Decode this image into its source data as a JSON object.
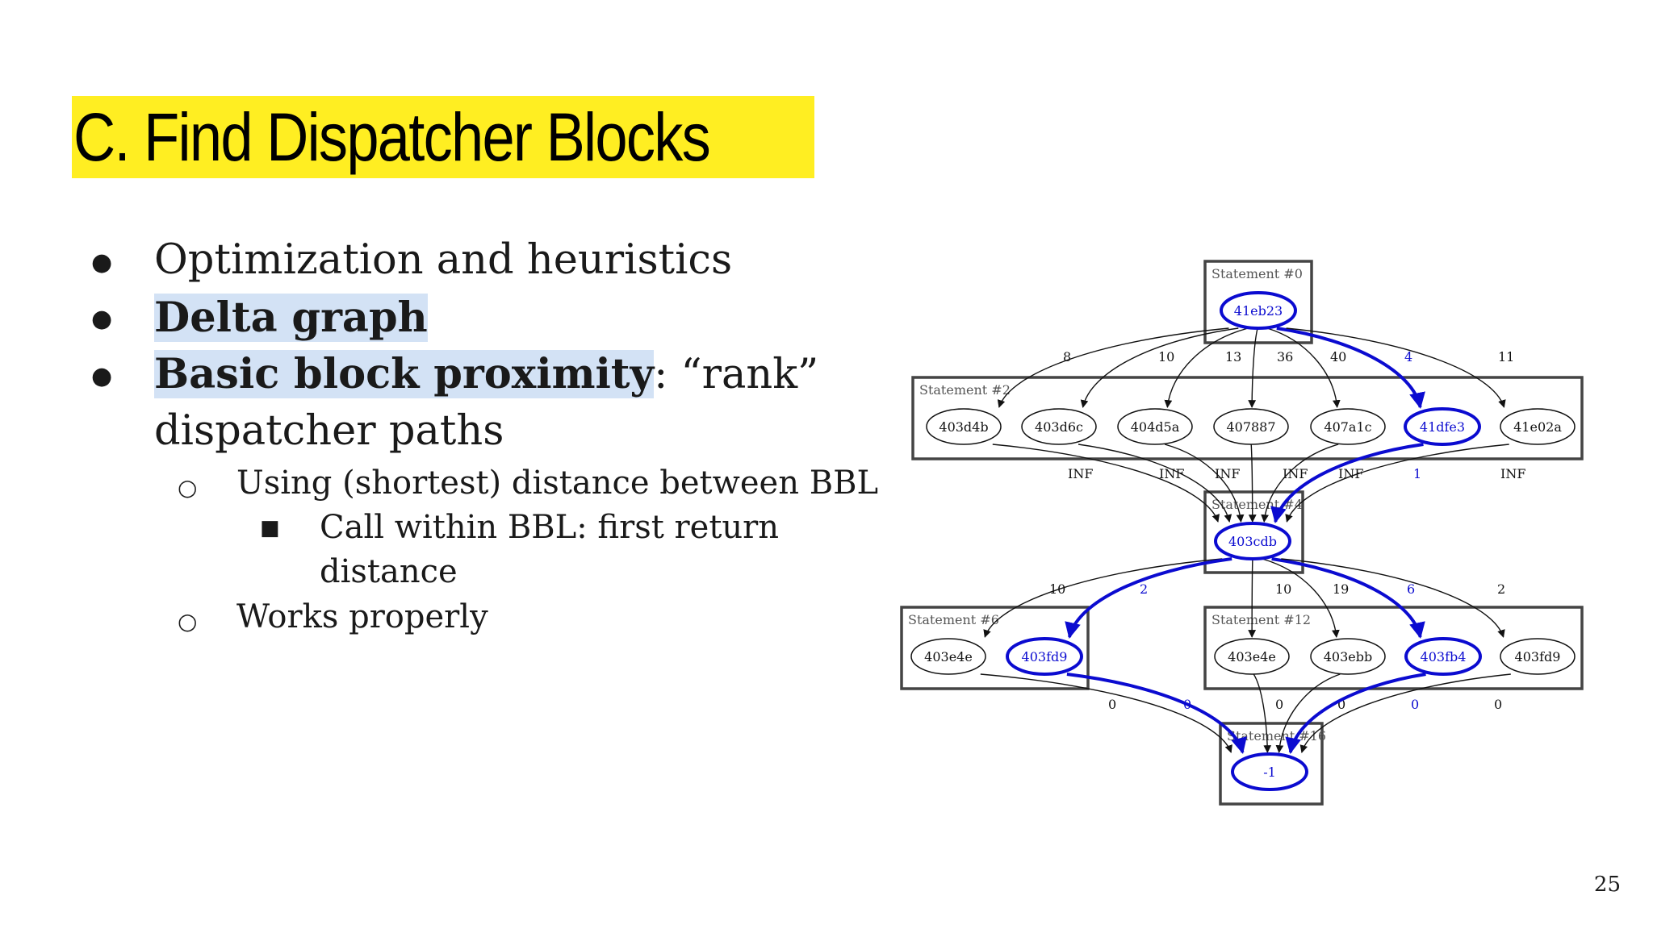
{
  "slide": {
    "title": "C. Find Dispatcher Blocks",
    "page_number": "25"
  },
  "bullets": {
    "b1": "Optimization and heuristics",
    "b2": "Delta graph",
    "b3_bold": "Basic block proximity",
    "b3_rest": ": “rank”",
    "b3_cont": "dispatcher paths",
    "sub1": "Using (shortest) distance between BBL",
    "subsub1": "Call within BBL: first return",
    "subsub1_cont": "distance",
    "sub2": "Works properly"
  },
  "diagram": {
    "colors": {
      "highlight": "#0b0bd0",
      "normal": "#111111",
      "box": "#444444"
    },
    "statements": [
      "Statement #0",
      "Statement #2",
      "Statement #4",
      "Statement #6",
      "Statement #12",
      "Statement #16"
    ],
    "nodes": [
      {
        "id": "n0",
        "label": "41eb23",
        "highlight": true
      },
      {
        "id": "n2a",
        "label": "403d4b",
        "highlight": false
      },
      {
        "id": "n2b",
        "label": "403d6c",
        "highlight": false
      },
      {
        "id": "n2c",
        "label": "404d5a",
        "highlight": false
      },
      {
        "id": "n2d",
        "label": "407887",
        "highlight": false
      },
      {
        "id": "n2e",
        "label": "407a1c",
        "highlight": false
      },
      {
        "id": "n2f",
        "label": "41dfe3",
        "highlight": true
      },
      {
        "id": "n2g",
        "label": "41e02a",
        "highlight": false
      },
      {
        "id": "n4",
        "label": "403cdb",
        "highlight": true
      },
      {
        "id": "n6a",
        "label": "403e4e",
        "highlight": false
      },
      {
        "id": "n6b",
        "label": "403fd9",
        "highlight": true
      },
      {
        "id": "n12a",
        "label": "403e4e",
        "highlight": false
      },
      {
        "id": "n12b",
        "label": "403ebb",
        "highlight": false
      },
      {
        "id": "n12c",
        "label": "403fb4",
        "highlight": true
      },
      {
        "id": "n12d",
        "label": "403fd9",
        "highlight": false
      },
      {
        "id": "n16",
        "label": "-1",
        "highlight": true
      }
    ],
    "edges": [
      {
        "from": "n0",
        "to": "n2a",
        "label": "8",
        "highlight": false
      },
      {
        "from": "n0",
        "to": "n2b",
        "label": "10",
        "highlight": false
      },
      {
        "from": "n0",
        "to": "n2c",
        "label": "13",
        "highlight": false
      },
      {
        "from": "n0",
        "to": "n2d",
        "label": "36",
        "highlight": false
      },
      {
        "from": "n0",
        "to": "n2e",
        "label": "40",
        "highlight": false
      },
      {
        "from": "n0",
        "to": "n2f",
        "label": "4",
        "highlight": true
      },
      {
        "from": "n0",
        "to": "n2g",
        "label": "11",
        "highlight": false
      },
      {
        "from": "n2a",
        "to": "n4",
        "label": "INF",
        "highlight": false
      },
      {
        "from": "n2b",
        "to": "n4",
        "label": "INF",
        "highlight": false
      },
      {
        "from": "n2c",
        "to": "n4",
        "label": "INF",
        "highlight": false
      },
      {
        "from": "n2d",
        "to": "n4",
        "label": "INF",
        "highlight": false
      },
      {
        "from": "n2e",
        "to": "n4",
        "label": "INF",
        "highlight": false
      },
      {
        "from": "n2f",
        "to": "n4",
        "label": "1",
        "highlight": true
      },
      {
        "from": "n2g",
        "to": "n4",
        "label": "INF",
        "highlight": false
      },
      {
        "from": "n4",
        "to": "n6a",
        "label": "10",
        "highlight": false
      },
      {
        "from": "n4",
        "to": "n6b",
        "label": "2",
        "highlight": true
      },
      {
        "from": "n4",
        "to": "n12a",
        "label": "10",
        "highlight": false
      },
      {
        "from": "n4",
        "to": "n12b",
        "label": "19",
        "highlight": false
      },
      {
        "from": "n4",
        "to": "n12c",
        "label": "6",
        "highlight": true
      },
      {
        "from": "n4",
        "to": "n12d",
        "label": "2",
        "highlight": false
      },
      {
        "from": "n6a",
        "to": "n16",
        "label": "0",
        "highlight": false
      },
      {
        "from": "n6b",
        "to": "n16",
        "label": "0",
        "highlight": true
      },
      {
        "from": "n12a",
        "to": "n16",
        "label": "0",
        "highlight": false
      },
      {
        "from": "n12b",
        "to": "n16",
        "label": "0",
        "highlight": false
      },
      {
        "from": "n12c",
        "to": "n16",
        "label": "0",
        "highlight": true
      },
      {
        "from": "n12d",
        "to": "n16",
        "label": "0",
        "highlight": false
      }
    ]
  }
}
